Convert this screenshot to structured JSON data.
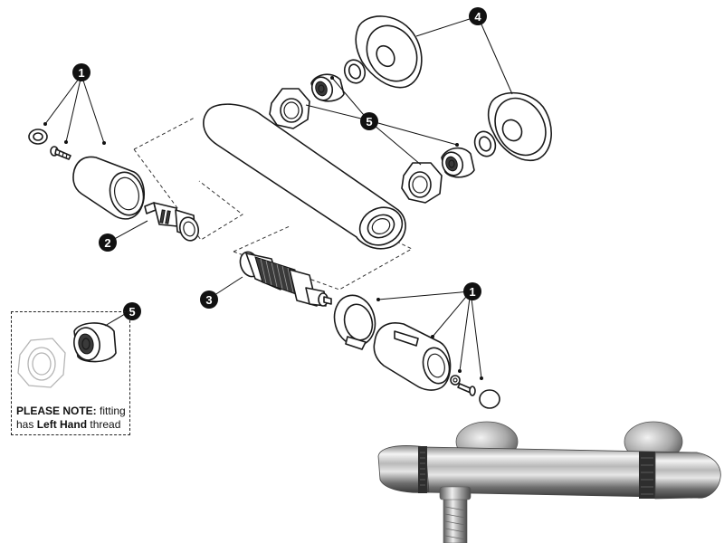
{
  "callouts": [
    {
      "id": "callout-1-left",
      "label": "1"
    },
    {
      "id": "callout-2",
      "label": "2"
    },
    {
      "id": "callout-3",
      "label": "3"
    },
    {
      "id": "callout-4",
      "label": "4"
    },
    {
      "id": "callout-5-top",
      "label": "5"
    },
    {
      "id": "callout-1-right",
      "label": "1"
    },
    {
      "id": "callout-5-note",
      "label": "5"
    }
  ],
  "note": {
    "heading": "PLEASE NOTE:",
    "text_before": " fitting has ",
    "emphasis": "Left Hand",
    "text_after": " thread"
  }
}
